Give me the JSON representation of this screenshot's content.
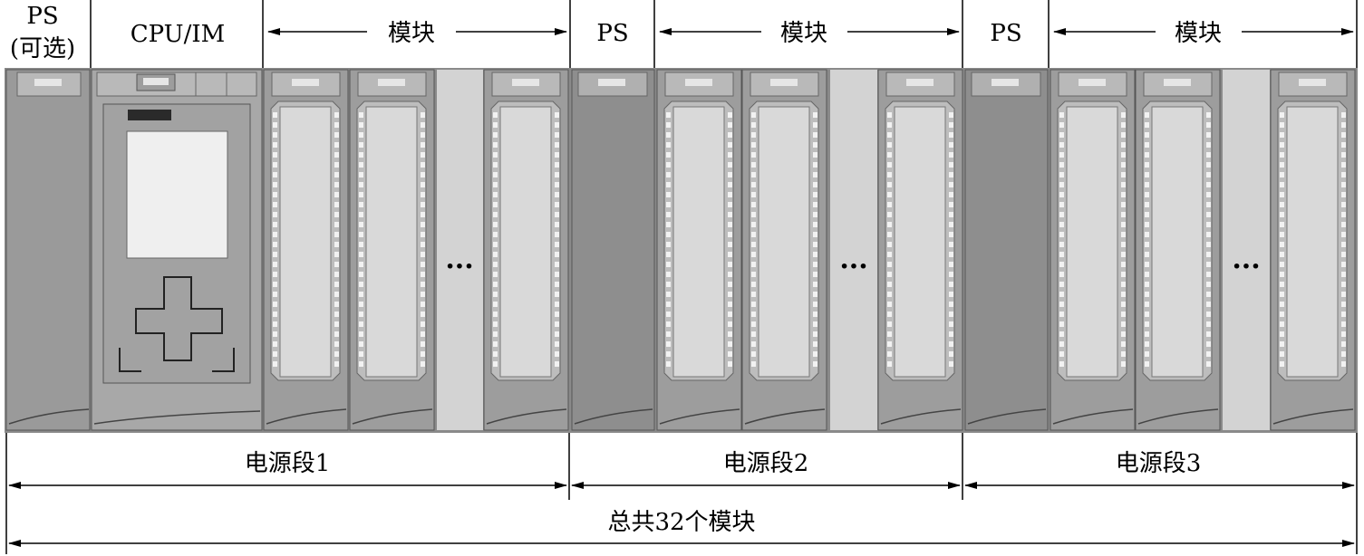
{
  "labels": {
    "ps_optional_line1": "PS",
    "ps_optional_line2": "(可选)",
    "cpu_im": "CPU/IM",
    "ps2": "PS",
    "ps3": "PS",
    "modules1": "模块",
    "modules2": "模块",
    "modules3": "模块",
    "ellipsis": "···"
  },
  "segments": [
    {
      "label": "电源段1"
    },
    {
      "label": "电源段2"
    },
    {
      "label": "电源段3"
    }
  ],
  "total_label": "总共32个模块"
}
